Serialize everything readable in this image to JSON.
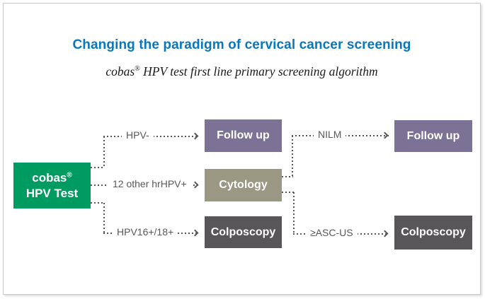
{
  "header": {
    "title": "Changing the paradigm of cervical cancer screening",
    "subtitle_pre": "cobas",
    "subtitle_sup": "®",
    "subtitle_post": " HPV test first line primary screening algorithm"
  },
  "colors": {
    "title_blue": "#0878BE",
    "green": "#009B61",
    "purple": "#7B7295",
    "olive": "#9A9782",
    "dark_gray": "#595659",
    "line_gray": "#58585A",
    "border_gray": "#C9C9C9"
  },
  "flowchart": {
    "source": {
      "line1_pre": "cobas",
      "line1_sup": "®",
      "line2": "HPV Test"
    },
    "branch_labels": {
      "hpv_neg": "HPV-",
      "other_hr": "12 other hrHPV+",
      "hpv16_18": "HPV16+/18+",
      "nilm": "NILM",
      "asc_us": "≥ASC-US"
    },
    "nodes": {
      "follow_up_1": "Follow up",
      "cytology": "Cytology",
      "colposcopy_1": "Colposcopy",
      "follow_up_2": "Follow up",
      "colposcopy_2": "Colposcopy"
    }
  }
}
